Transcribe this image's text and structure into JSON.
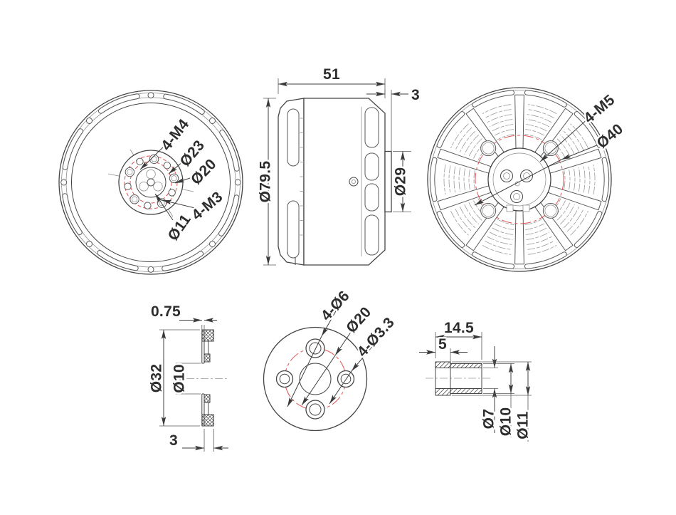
{
  "drawing": {
    "description": "Brushless motor dimensional drawing, six orthographic views",
    "colors": {
      "line": "#454545",
      "accent_red": "#e05252",
      "text": "#2d2d2d",
      "background": "#ffffff"
    }
  },
  "views": {
    "front": {
      "labels": {
        "m4": "4-M4",
        "d23": "Ø23",
        "d20": "Ø20",
        "m3": "4-M3",
        "d11": "Ø11"
      }
    },
    "side": {
      "labels": {
        "length": "51",
        "boss_len": "3",
        "outer": "Ø79.5",
        "boss": "Ø29"
      }
    },
    "rear": {
      "labels": {
        "m5": "4-M5",
        "bolt_circle": "Ø40"
      }
    },
    "disc": {
      "labels": {
        "web": "0.75",
        "outer": "Ø32",
        "bore": "Ø10",
        "rim": "3"
      }
    },
    "flange": {
      "labels": {
        "holes6": "4-Ø6",
        "bolt_circle": "Ø20",
        "holes33": "4-Ø3.3"
      }
    },
    "sleeve": {
      "labels": {
        "length": "14.5",
        "step": "5",
        "bore": "Ø7",
        "mid": "Ø10",
        "outer": "Ø11"
      }
    }
  }
}
